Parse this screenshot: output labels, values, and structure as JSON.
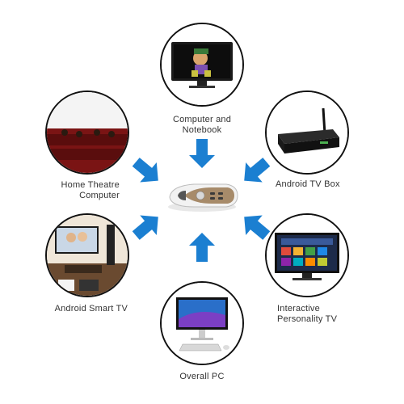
{
  "colors": {
    "arrow": "#1b7fd1",
    "ring": "#111111",
    "label": "#333333"
  },
  "nodes": {
    "computer_notebook": {
      "label": "Computer and\nNotebook",
      "icon": "monitor-cartoon-icon"
    },
    "android_tv_box": {
      "label": "Android TV Box",
      "icon": "tv-box-icon"
    },
    "home_theatre": {
      "label": "Home Theatre\nComputer",
      "icon": "cinema-seats-icon"
    },
    "android_smart_tv": {
      "label": "Android Smart TV",
      "icon": "living-room-tv-icon"
    },
    "interactive_tv": {
      "label": "Interactive\nPersonality TV",
      "icon": "tv-apps-icon"
    },
    "overall_pc": {
      "label": "Overall PC",
      "icon": "desktop-pc-icon"
    }
  },
  "center": {
    "icon": "air-mouse-remote-icon"
  }
}
